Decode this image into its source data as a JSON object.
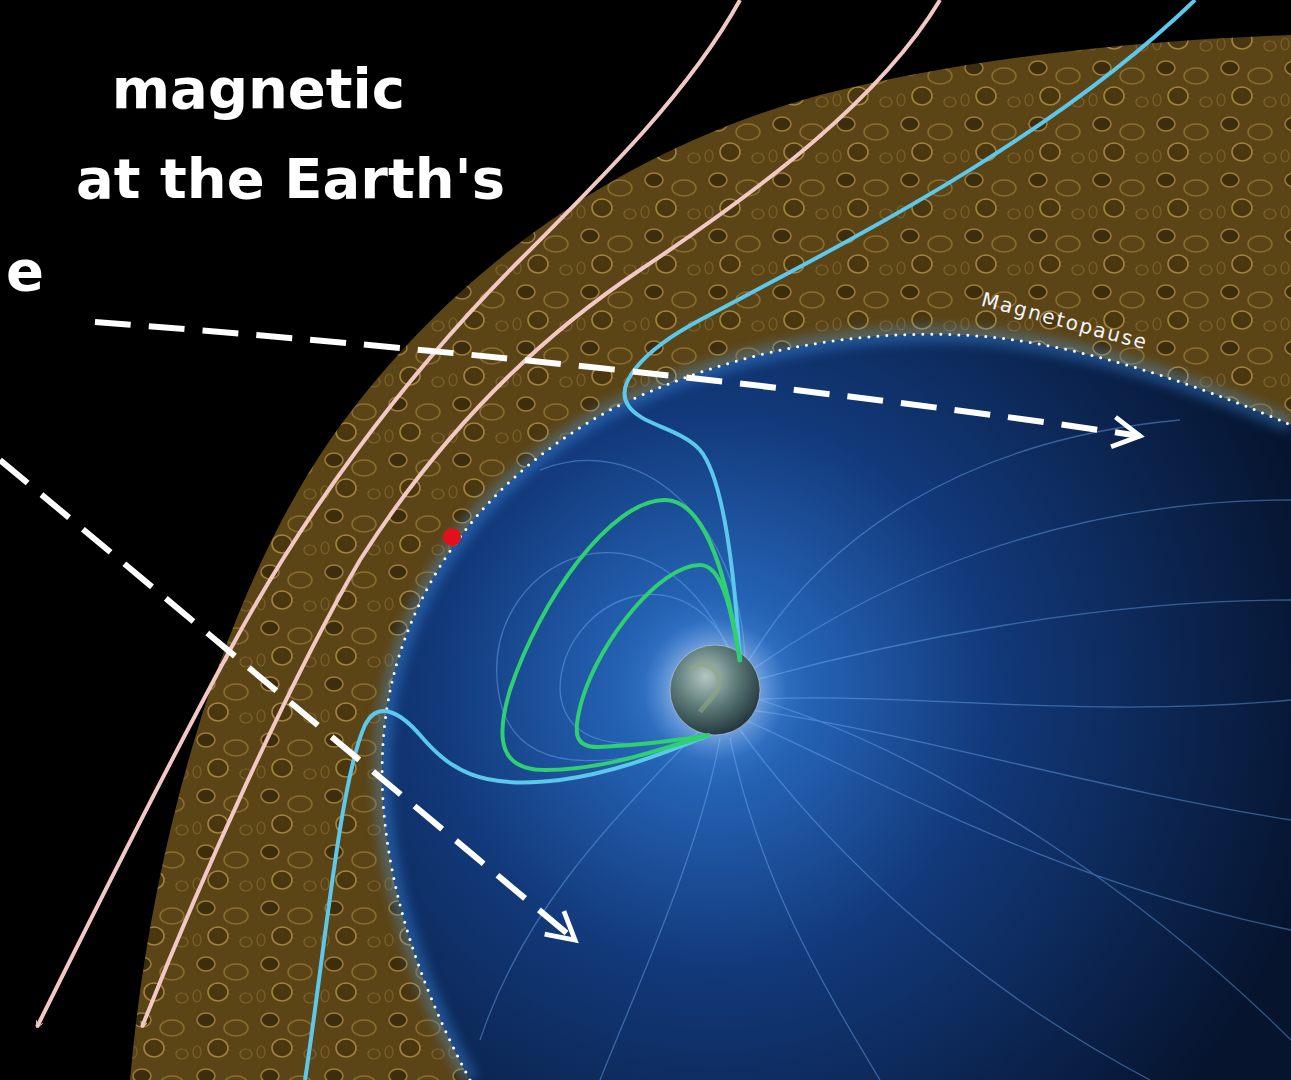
{
  "diagram": {
    "labels": [
      "magnetic",
      "at the Earth's",
      "e",
      "Magnetopause"
    ]
  }
}
